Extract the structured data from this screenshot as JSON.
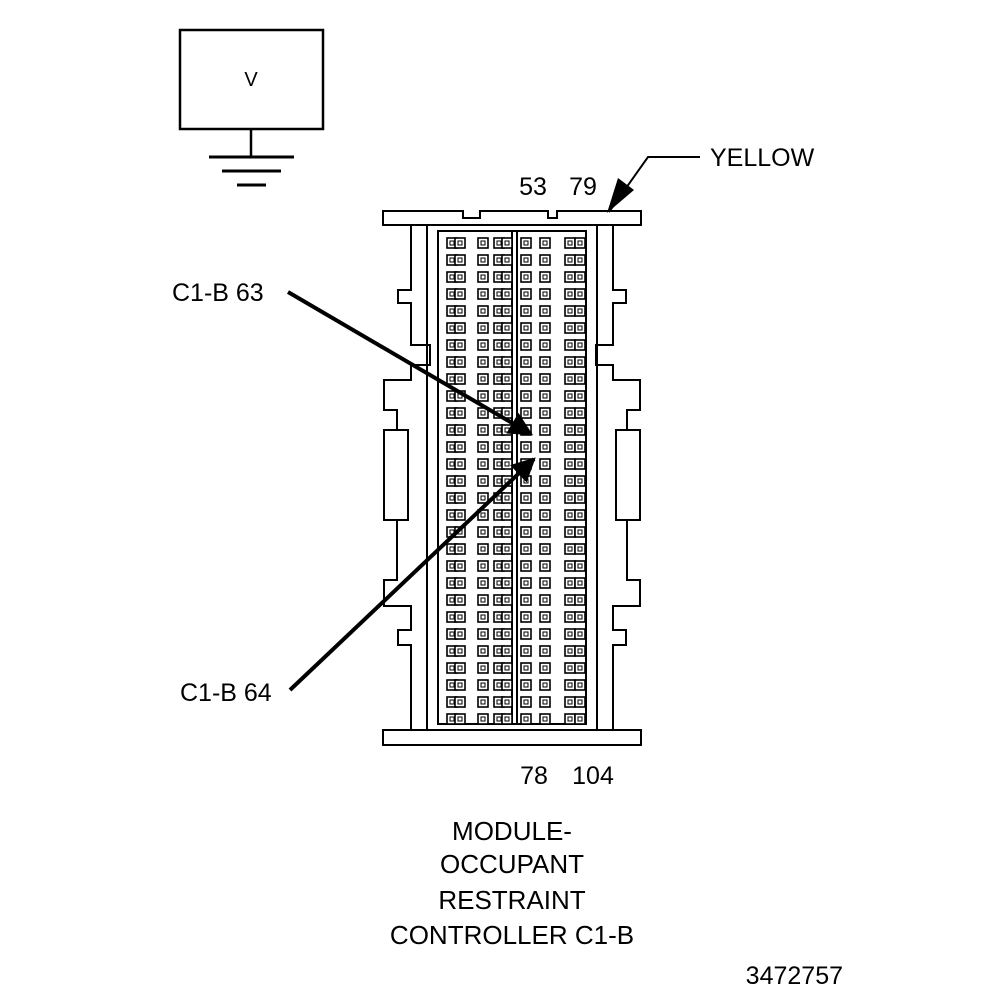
{
  "voltmeter": {
    "symbol": "V"
  },
  "connector": {
    "color_label": "YELLOW",
    "top_left_pin": "53",
    "top_right_pin": "79",
    "bottom_left_pin": "78",
    "bottom_right_pin": "104"
  },
  "callouts": {
    "upper": "C1-B 63",
    "lower": "C1-B 64"
  },
  "title_lines": [
    "MODULE-",
    "OCCUPANT",
    "RESTRAINT",
    "CONTROLLER C1-B"
  ],
  "figure_number": "3472757"
}
